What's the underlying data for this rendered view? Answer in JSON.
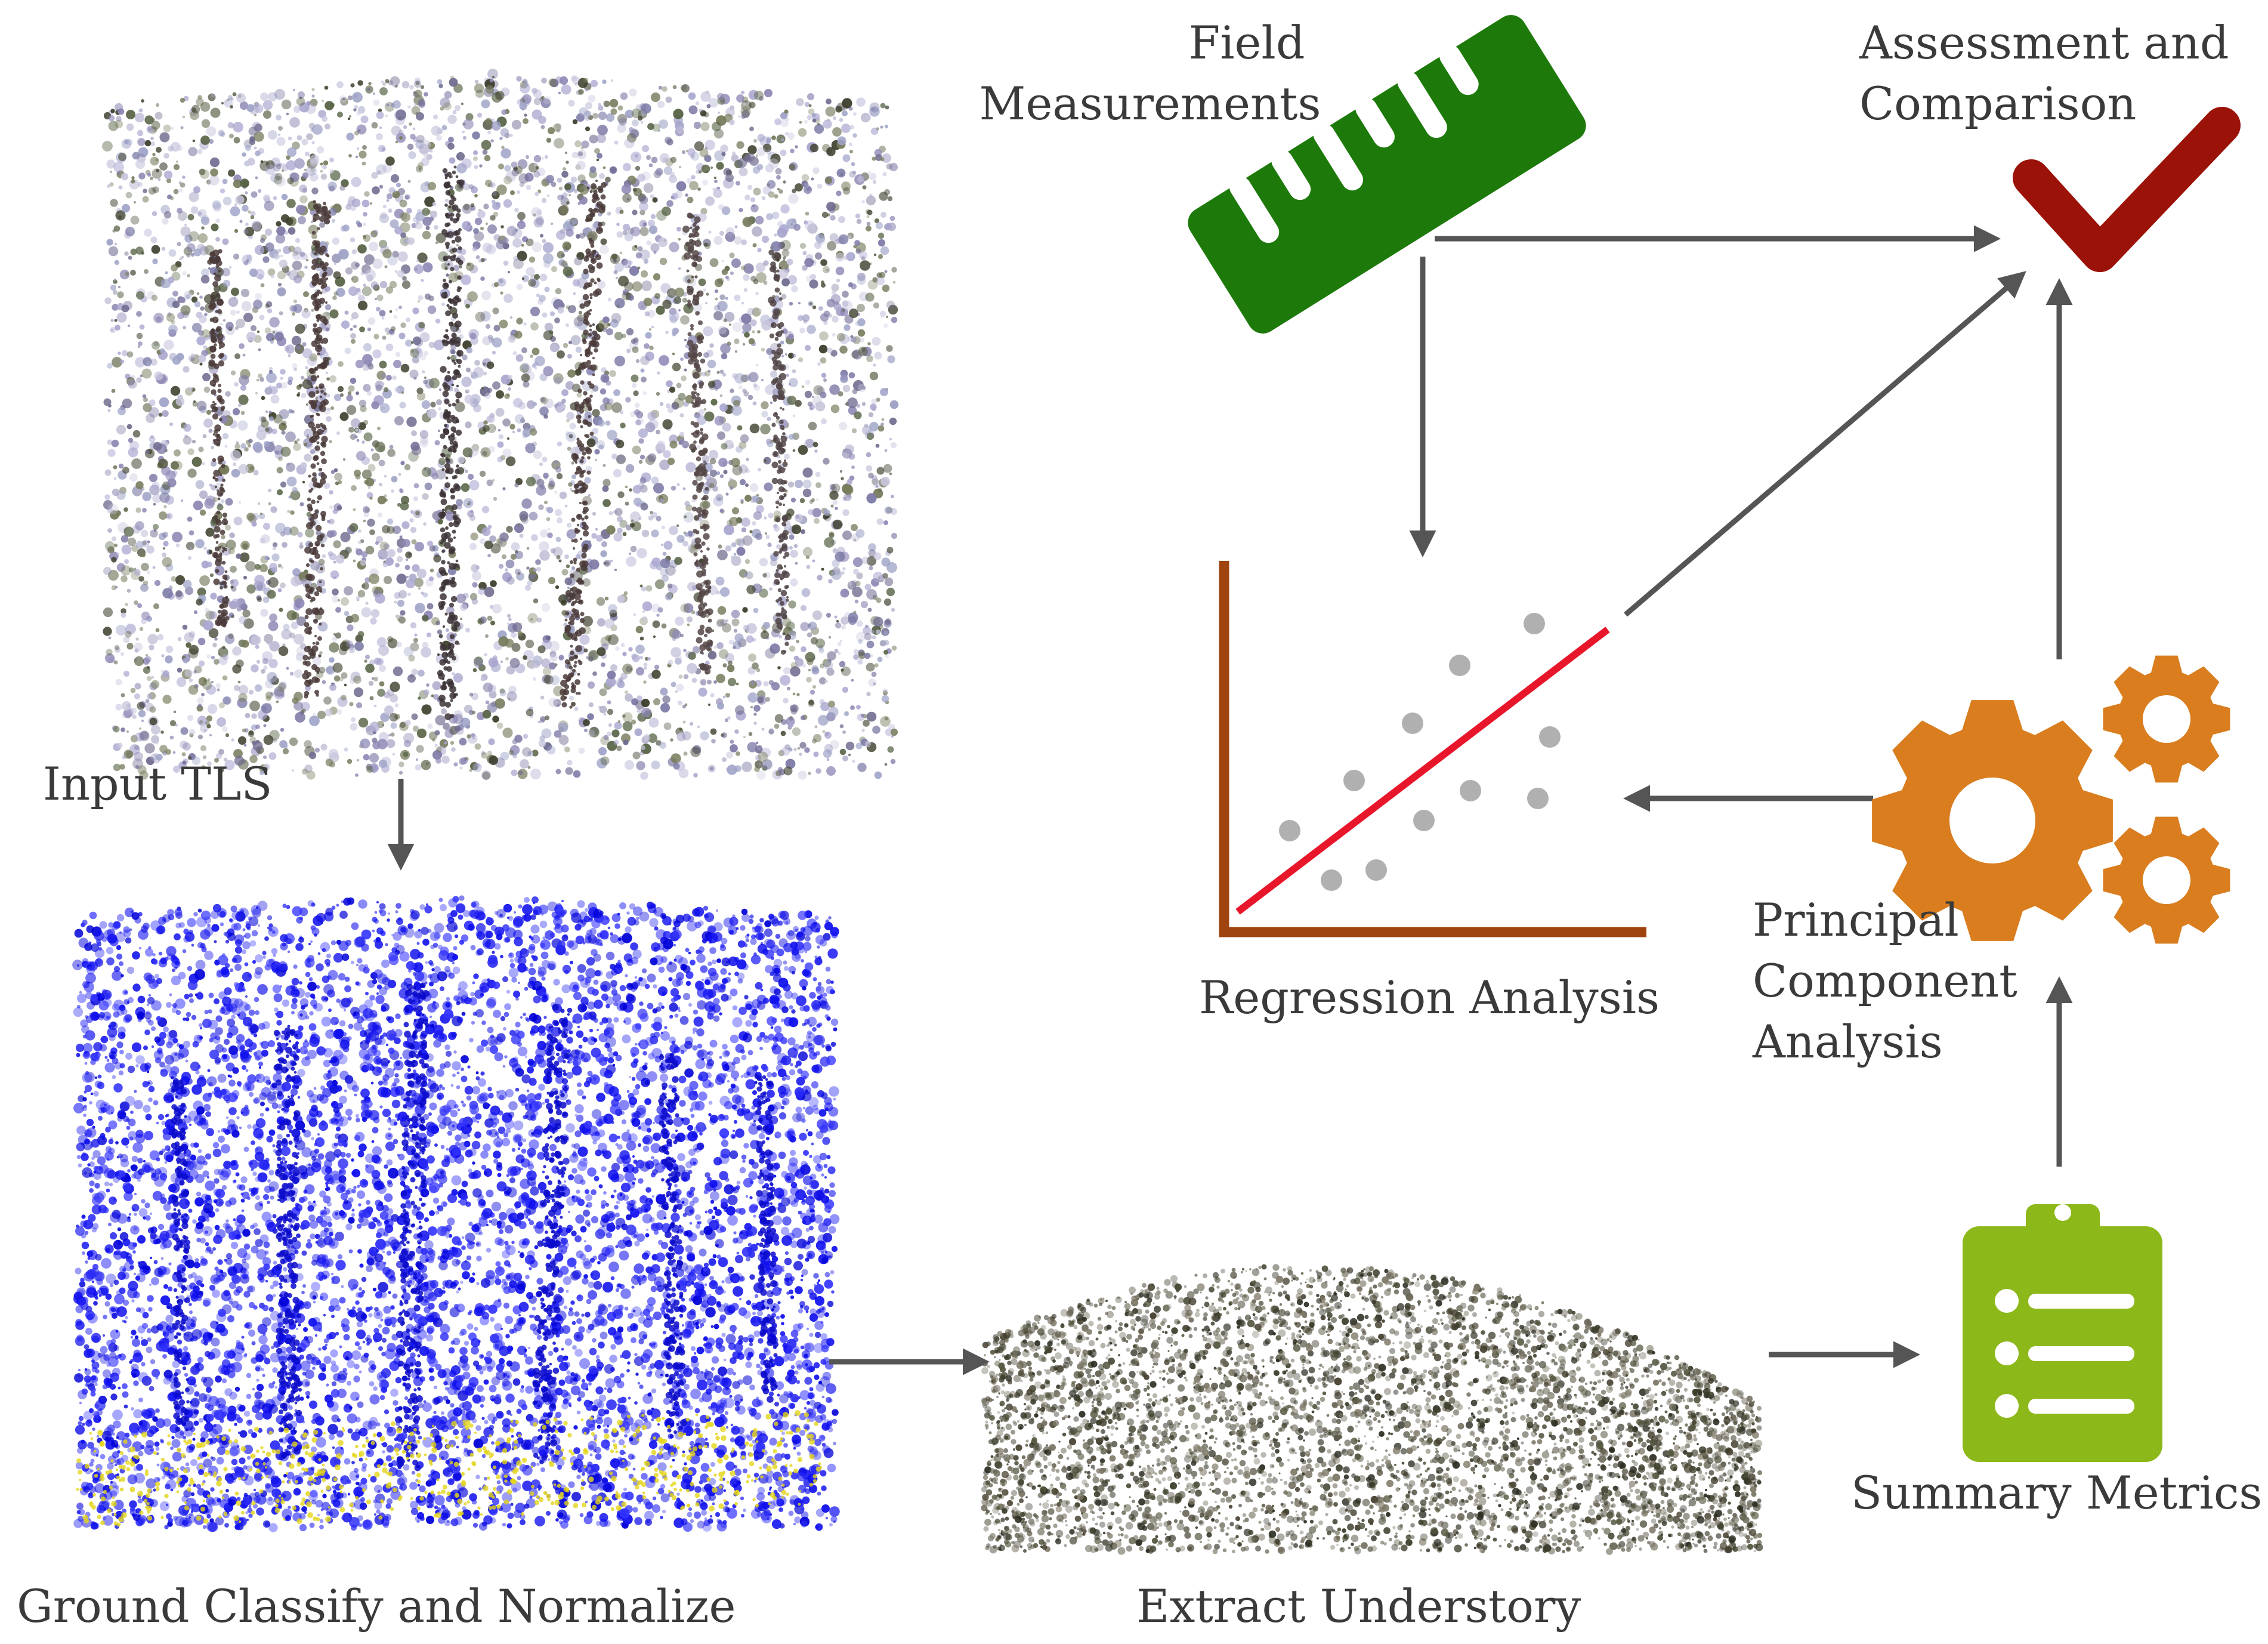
{
  "labels": {
    "input_tls": "Input TLS",
    "ground_classify": "Ground Classify and Normalize",
    "extract_understory": "Extract Understory",
    "summary_metrics": "Summary Metrics",
    "pca_line1": "Principal",
    "pca_line2": "Component",
    "pca_line3": "Analysis",
    "regression": "Regression Analysis",
    "field_line1": "Field",
    "field_line2": "Measurements",
    "assessment_line1": "Assessment and",
    "assessment_line2": "Comparison"
  },
  "colors": {
    "arrow": "#555555",
    "ruler": "#1d7a0a",
    "check": "#9b1208",
    "gear": "#d97d1f",
    "clipboard": "#8cb81a",
    "axis": "#a0440f",
    "regression_line": "#e8162a",
    "scatter_point": "#b0b0b0",
    "tls_blue": "#1010ee",
    "ground_yellow": "#e3d51a",
    "vegetation_dark": "#3b3d2a",
    "canopy_lavender": "#8e88b5"
  },
  "icons": {
    "ruler": "ruler-icon",
    "check": "checkmark-icon",
    "gears": "gears-icon",
    "clipboard": "clipboard-list-icon",
    "scatter": "scatter-plot-icon"
  }
}
